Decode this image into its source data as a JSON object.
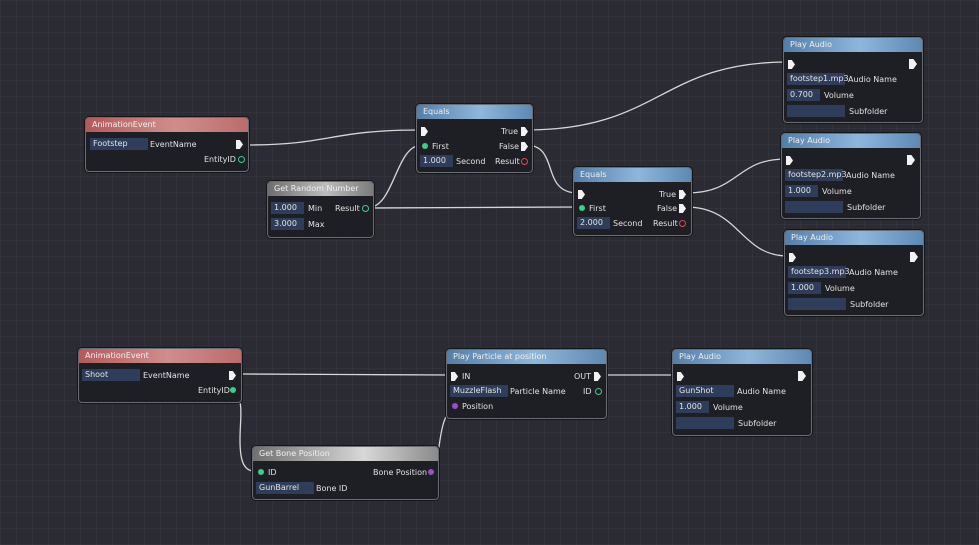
{
  "nodes": {
    "anim1": {
      "title": "AnimationEvent",
      "event_value": "Footstep",
      "event_label": "EventName",
      "entity_label": "EntityID"
    },
    "equals1": {
      "title": "Equals",
      "true_label": "True",
      "first_label": "First",
      "false_label": "False",
      "second_value": "1.000",
      "second_label": "Second",
      "result_label": "Result"
    },
    "random": {
      "title": "Get Random Number",
      "min_value": "1.000",
      "min_label": "Min",
      "max_value": "3.000",
      "max_label": "Max",
      "result_label": "Result"
    },
    "equals2": {
      "title": "Equals",
      "true_label": "True",
      "first_label": "First",
      "false_label": "False",
      "second_value": "2.000",
      "second_label": "Second",
      "result_label": "Result"
    },
    "audio1": {
      "title": "Play Audio",
      "file_value": "footstep1.mp3",
      "file_label": "Audio Name",
      "volume_value": "0.700",
      "volume_label": "Volume",
      "sub_value": "",
      "sub_label": "Subfolder"
    },
    "audio2": {
      "title": "Play Audio",
      "file_value": "footstep2.mp3",
      "file_label": "Audio Name",
      "volume_value": "1.000",
      "volume_label": "Volume",
      "sub_value": "",
      "sub_label": "Subfolder"
    },
    "audio3": {
      "title": "Play Audio",
      "file_value": "footstep3.mp3",
      "file_label": "Audio Name",
      "volume_value": "1.000",
      "volume_label": "Volume",
      "sub_value": "",
      "sub_label": "Subfolder"
    },
    "anim2": {
      "title": "AnimationEvent",
      "event_value": "Shoot",
      "event_label": "EventName",
      "entity_label": "EntityID"
    },
    "particle": {
      "title": "Play Particle at position",
      "in_label": "IN",
      "out_label": "OUT",
      "name_value": "MuzzleFlash",
      "name_label": "Particle Name",
      "id_label": "ID",
      "position_label": "Position"
    },
    "audio4": {
      "title": "Play Audio",
      "file_value": "GunShot",
      "file_label": "Audio Name",
      "volume_value": "1.000",
      "volume_label": "Volume",
      "sub_value": "",
      "sub_label": "Subfolder"
    },
    "bone": {
      "title": "Get Bone Position",
      "id_label": "ID",
      "bonepos_label": "Bone Position",
      "boneid_value": "GunBarrel",
      "boneid_label": "Bone ID"
    }
  },
  "colors": {
    "background": "#2b2c33",
    "node_body": "#1e1f24",
    "field": "#2e3d59",
    "header_event": "#c07070",
    "header_action": "#6f9cc8",
    "header_getter": "#a0a0a0",
    "pin_entity": "#3ccf8a",
    "pin_bool": "#e04848",
    "pin_vector": "#9a4fc4",
    "wire": "#d6d6d6"
  }
}
